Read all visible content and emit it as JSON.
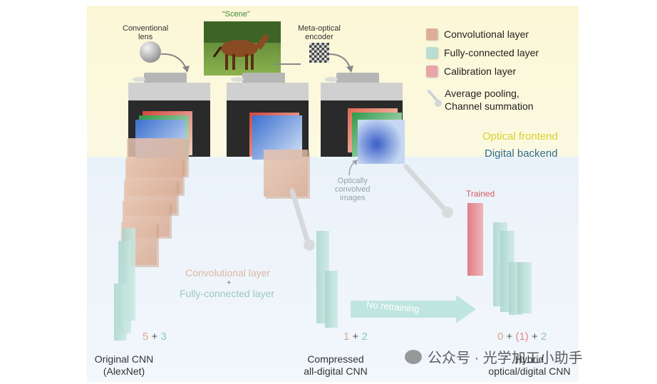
{
  "labels": {
    "scene": "“Scene”",
    "conventional_lens_1": "Conventional",
    "conventional_lens_2": "lens",
    "meta_optical_1": "Meta-optical",
    "meta_optical_2": "encoder",
    "optical_frontend": "Optical frontend",
    "digital_backend": "Digital backend",
    "optically_convolved_1": "Optically",
    "optically_convolved_2": "convolved",
    "optically_convolved_3": "images",
    "trained": "Trained",
    "conv_layer": "Convolutional layer",
    "plus": "+",
    "fc_layer": "Fully-connected layer",
    "no_retraining": "No retraining",
    "watermark": "公众号 · 光学加工小助手"
  },
  "legend": [
    {
      "label": "Convolutional layer",
      "color": "#dcae96"
    },
    {
      "label": "Fully-connected layer",
      "color": "#b9ddd5"
    },
    {
      "label": "Calibration layer",
      "color": "#e8a4a8"
    },
    {
      "label": "Average pooling,",
      "label2": "Channel summation",
      "color": "#cccccc"
    }
  ],
  "networks": [
    {
      "name1": "Original CNN",
      "name2": "(AlexNet)",
      "conv": "5",
      "fc": "3"
    },
    {
      "name1": "Compressed",
      "name2": "all-digital CNN",
      "conv": "1",
      "fc": "2"
    },
    {
      "name1": "Hybrid",
      "name2": "optical/digital CNN",
      "conv": "0",
      "calib": "(1)",
      "fc": "2"
    }
  ],
  "colors": {
    "conv": "#d9a98f",
    "fc": "#8fc7bc",
    "calib": "#e2868c",
    "frontend_text": "#d9cf2a",
    "backend_text": "#2b6a9a"
  }
}
